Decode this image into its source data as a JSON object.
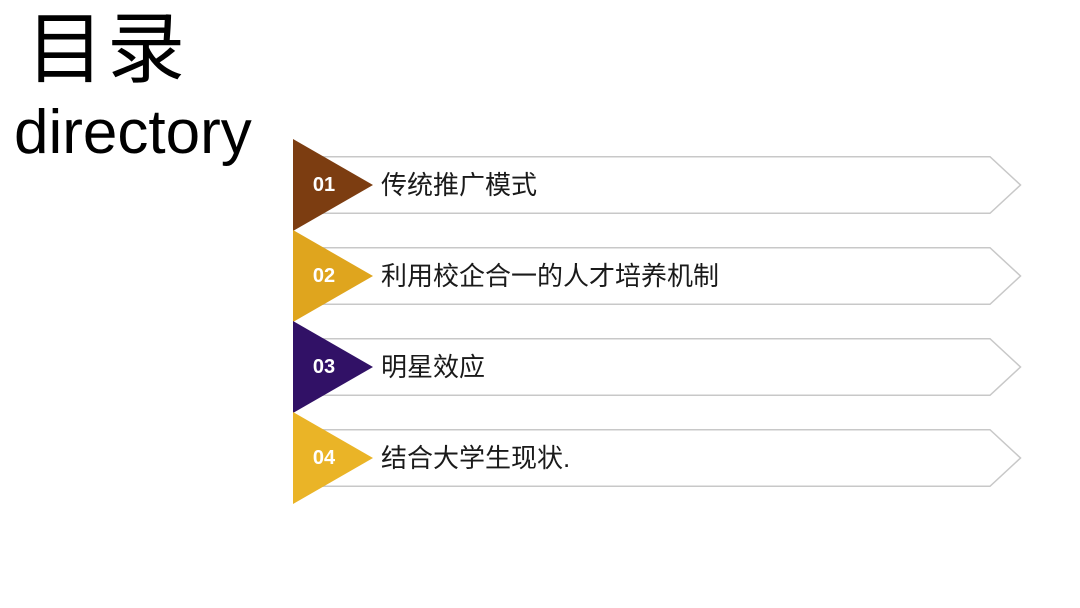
{
  "slide": {
    "title_cn": "目录",
    "title_en": "directory"
  },
  "toc": {
    "bar_fill": "#ffffff",
    "bar_border": "#c8c8c8",
    "number_color": "#ffffff",
    "label_color": "#1a1a1a",
    "items": [
      {
        "number": "01",
        "label": "传统推广模式",
        "triangle_color": "#7c3d11"
      },
      {
        "number": "02",
        "label": "利用校企合一的人才培养机制",
        "triangle_color": "#dfa51e"
      },
      {
        "number": "03",
        "label": "明星效应",
        "triangle_color": "#311166"
      },
      {
        "number": "04",
        "label": "结合大学生现状.",
        "triangle_color": "#eab427"
      }
    ]
  }
}
